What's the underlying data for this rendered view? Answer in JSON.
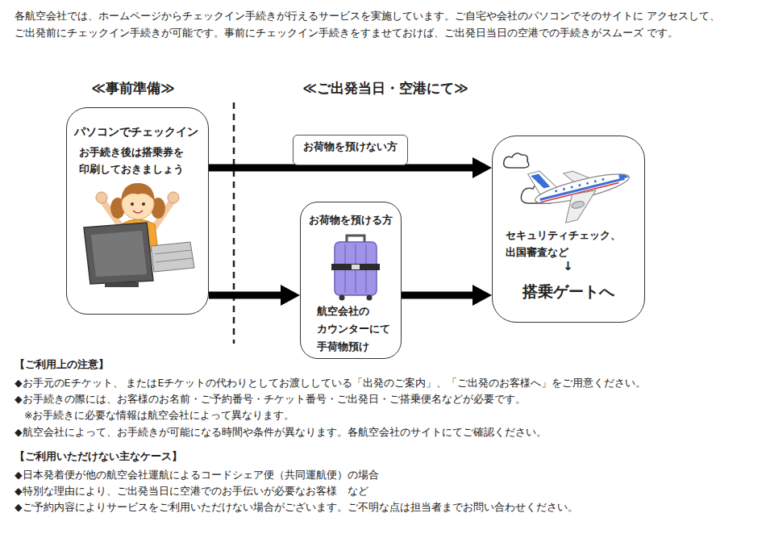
{
  "diagram": {
    "nodes": [
      {
        "text": [
          "パソコンでチェックイン",
          "お手続き後は搭乗券を 印刷しておきましょう"
        ]
      },
      {
        "text": [
          "お荷物を預ける方",
          "航空会社の カウンターにて 手荷物預け"
        ]
      },
      {
        "text": [
          "セキュリティチェック、 出国審査など",
          "↓",
          "搭乗ゲートへ"
        ]
      }
    ],
    "edges": [
      {
        "from": 0,
        "to": 2,
        "arrow": "to",
        "label": "お荷物を預けない方"
      },
      {
        "from": 0,
        "to": 1,
        "arrow": "to"
      },
      {
        "from": 1,
        "to": 2,
        "arrow": "to"
      }
    ],
    "labels": [
      "各航空会社では、ホームページからチェックイン手続きが行えるサービスを実施しています。ご自宅や会社のパソコンでそのサイトに アクセスして、ご出発前にチェックイン手続きが可能です。事前にチェックイン手続きをすませておけば、ご出発日当日の空港での手続きがスムーズ です。",
      "≪事前準備≫",
      "≪ご出発当日・空港にて≫",
      "【ご利用上の注意】",
      "◆お手元のEチケット、 またはEチケットの代わりとしてお渡ししている「出発のご案内」、「ご出発のお客様へ」をご用意ください。",
      "◆お手続きの際には、お客様のお名前・ご予約番号・チケット番号・ご出発日・ご搭乗便名などが必要です。",
      "※お手続きに必要な情報は航空会社によって異なります。",
      "◆航空会社によって、お手続きが可能になる時間や条件が異なります。各航空会社のサイトにてご確認ください。",
      "【ご利用いただけない主なケース】",
      "◆日本発着便が他の航空会社運航によるコードシェア便（共同運航便）の場合",
      "◆特別な理由により、ご出発当日に空港でのお手伝いが必要なお客様　など",
      "◆ご予約内容によりサービスをご利用いただけない場合がございます。ご不明な点は担当者までお問い合わせください。"
    ]
  }
}
